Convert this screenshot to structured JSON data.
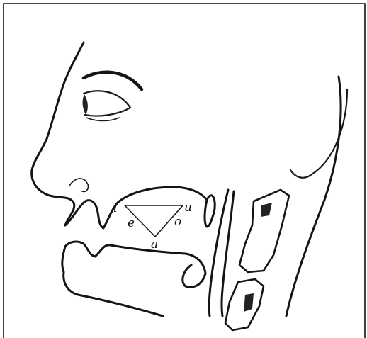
{
  "figure": {
    "vowel_triangle": {
      "labels": {
        "i": "i",
        "u": "u",
        "e": "e",
        "o": "o",
        "a": "a"
      }
    }
  }
}
